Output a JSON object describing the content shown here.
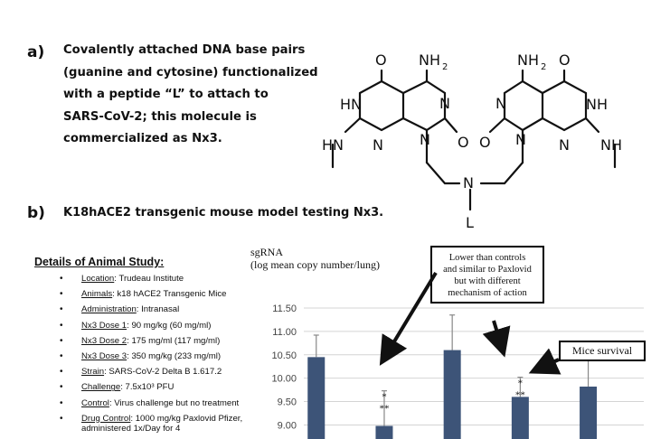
{
  "panel_a": {
    "label": "a)",
    "description_lines": [
      "Covalently attached DNA base pairs",
      "(guanine and cytosine) functionalized",
      "with a peptide “L” to attach to",
      "SARS-CoV-2; this molecule is",
      "commercialized as Nx3."
    ],
    "structure_labels": {
      "o": "O",
      "nh2": "NH",
      "sub2": "2",
      "hn": "HN",
      "n": "N",
      "nh": "NH",
      "l": "L"
    }
  },
  "panel_b": {
    "label": "b)",
    "title": "K18hACE2 transgenic mouse model testing Nx3."
  },
  "details": {
    "title": "Details of Animal Study:",
    "items": [
      {
        "key": "Location",
        "value": ": Trudeau Institute"
      },
      {
        "key": "Animals",
        "value": ": k18 hACE2 Transgenic Mice"
      },
      {
        "key": "Administration",
        "value": ": Intranasal"
      },
      {
        "key": "Nx3 Dose 1",
        "value": ": 90 mg/kg  (60 mg/ml)"
      },
      {
        "key": "Nx3 Dose 2",
        "value": ": 175 mg/ml  (117 mg/ml)"
      },
      {
        "key": "Nx3 Dose 3",
        "value": ": 350 mg/kg  (233 mg/ml)"
      },
      {
        "key": "Strain",
        "value": ": SARS-CoV-2 Delta B 1.617.2"
      },
      {
        "key": "Challenge",
        "value": ": 7.5x10³ PFU"
      },
      {
        "key": "Control",
        "value": ": Virus challenge but no treatment"
      },
      {
        "key": "Drug Control",
        "value": ": 1000 mg/kg Paxlovid Pfizer, administered 1x/Day for 4"
      }
    ]
  },
  "callouts": {
    "controls_lines": [
      "Lower than controls",
      "and similar to Paxlovid",
      "but with different",
      "mechanism of action"
    ],
    "survival": "Mice survival"
  },
  "chart_data": {
    "type": "bar",
    "ylabel_lines": [
      "sgRNA",
      "(log mean copy number/lung)"
    ],
    "ylim": [
      8.7,
      11.75
    ],
    "yticks": [
      "11.50",
      "11.00",
      "10.50",
      "10.00",
      "9.50",
      "9.00"
    ],
    "grid": true,
    "bar_color": "#3d5478",
    "values": [
      10.45,
      8.98,
      10.6,
      9.6,
      9.82
    ],
    "errors": [
      0.47,
      0.75,
      0.75,
      0.42,
      0.68
    ],
    "significance": [
      {
        "bar": 1,
        "marks": [
          "*",
          "**"
        ]
      },
      {
        "bar": 3,
        "marks": [
          "*",
          "**"
        ]
      },
      {
        "bar": 4,
        "marks": [
          "*"
        ]
      }
    ]
  }
}
